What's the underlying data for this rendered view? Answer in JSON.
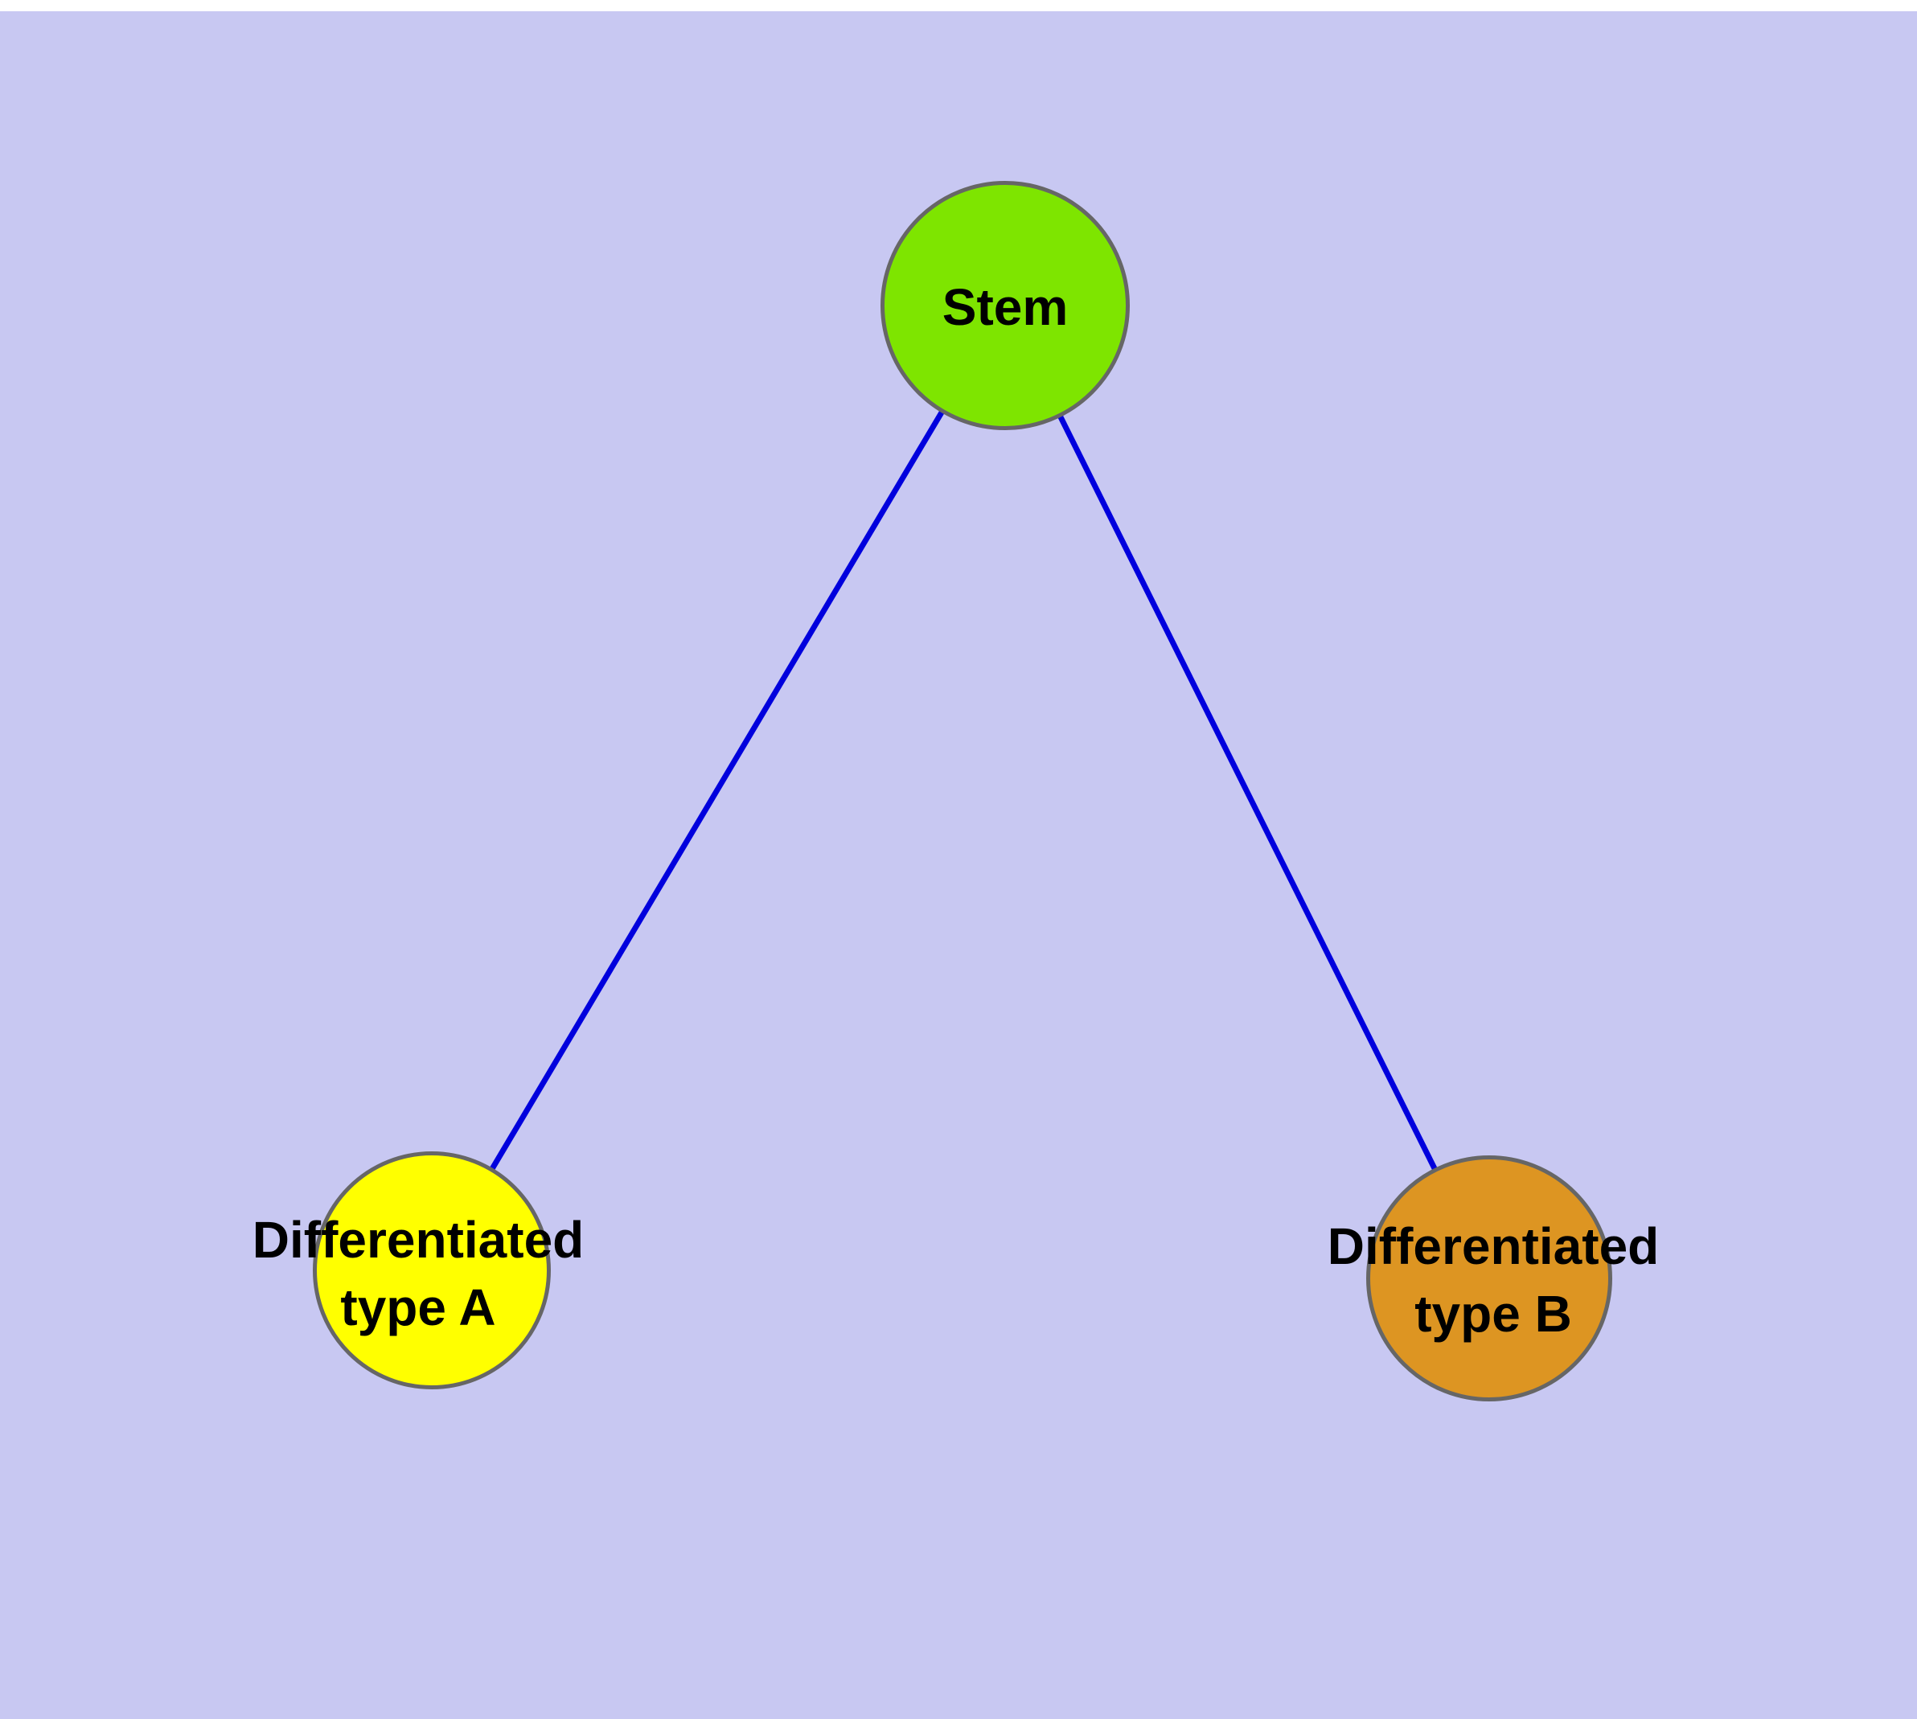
{
  "diagram": {
    "background_color": "#c8c8f2",
    "top_strip_color": "#ffffff",
    "edge_color": "#0000dd",
    "node_border_color": "#666666",
    "label_color": "#000000",
    "nodes": [
      {
        "id": "stem",
        "label_line1": "Stem",
        "label_line2": "",
        "fill_color": "#7ee500"
      },
      {
        "id": "differentiated-type-a",
        "label_line1": "Differentiated",
        "label_line2": "type A",
        "fill_color": "#ffff00"
      },
      {
        "id": "differentiated-type-b",
        "label_line1": "Differentiated",
        "label_line2": "type B",
        "fill_color": "#dd9522"
      }
    ],
    "edges": [
      {
        "from": "stem",
        "to": "differentiated-type-a"
      },
      {
        "from": "stem",
        "to": "differentiated-type-b"
      }
    ]
  }
}
